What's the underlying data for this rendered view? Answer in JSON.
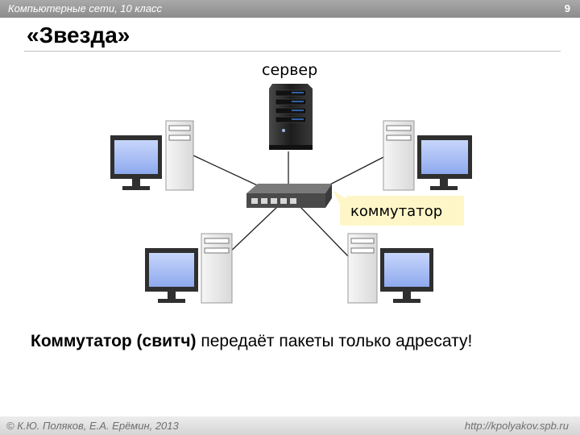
{
  "header": {
    "course": "Компьютерные сети, 10 класс",
    "page_number": "9"
  },
  "slide": {
    "title": "«Звезда»"
  },
  "diagram": {
    "server_label": "сервер",
    "switch_label": "коммутатор",
    "topology": "star",
    "nodes": [
      "server-icon",
      "switch-icon",
      "workstation-icon",
      "workstation-icon",
      "workstation-icon",
      "workstation-icon"
    ]
  },
  "statement": {
    "bold": "Коммутатор (свитч)",
    "rest": " передаёт пакеты только адресату!"
  },
  "footer": {
    "copyright": "© К.Ю. Поляков, Е.А. Ерёмин, 2013",
    "url": "http://kpolyakov.spb.ru"
  },
  "colors": {
    "screen": "#9db5f2",
    "case": "#e9e9e9",
    "server": "#2b2b2b",
    "callout": "#fff6c8",
    "header_bar": "#9a9a9a"
  }
}
